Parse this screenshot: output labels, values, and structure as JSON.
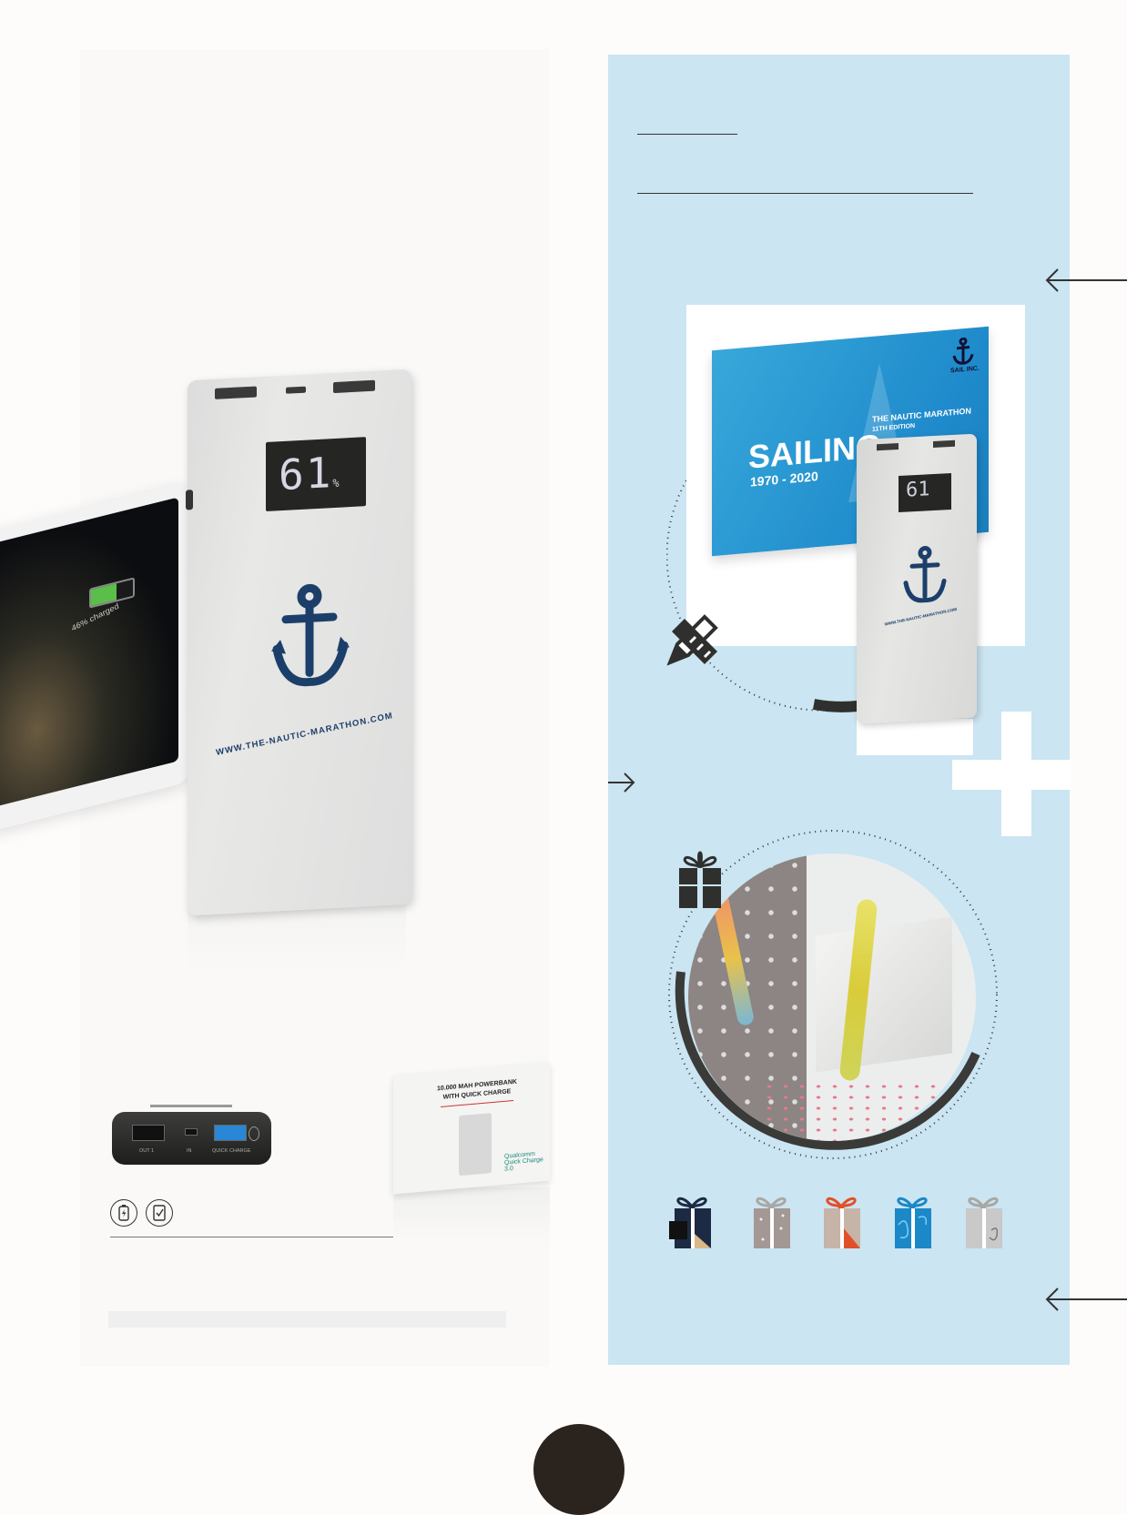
{
  "product": {
    "display_reading": "61",
    "display_unit": "%",
    "url_print": "WWW.THE-NAUTIC-MARATHON.COM",
    "tablet_status": "46% charged"
  },
  "ports": {
    "labels": [
      "OUT 1",
      "IN",
      "QUICK CHARGE"
    ]
  },
  "features": {
    "icons": [
      "battery-bolt-icon",
      "tablet-check-icon"
    ]
  },
  "package": {
    "title": "10.000 MAH POWERBANK WITH QUICK CHARGE",
    "badge": "Qualcomm Quick Charge 3.0"
  },
  "sailing_box": {
    "title": "SAILING",
    "years": "1970 - 2020",
    "event": "THE NAUTIC MARATHON",
    "edition": "11TH EDITION",
    "brand": "SAIL INC.",
    "url_print": "WWW.THE-NAUTIC-MARATHON.COM",
    "display_reading": "61"
  },
  "colors": {
    "blue_panel": "#cbe5f2",
    "dark_accent": "#2f302e",
    "navy": "#1c3f6a",
    "orange": "#e0512a",
    "cyan": "#1b88c8",
    "grey": "#a9a7a5"
  },
  "wrapping_options": [
    "navy-wrap-gift-icon",
    "taupe-dots-gift-icon",
    "orange-confetti-gift-icon",
    "blue-swirl-gift-icon",
    "silver-pattern-gift-icon"
  ]
}
